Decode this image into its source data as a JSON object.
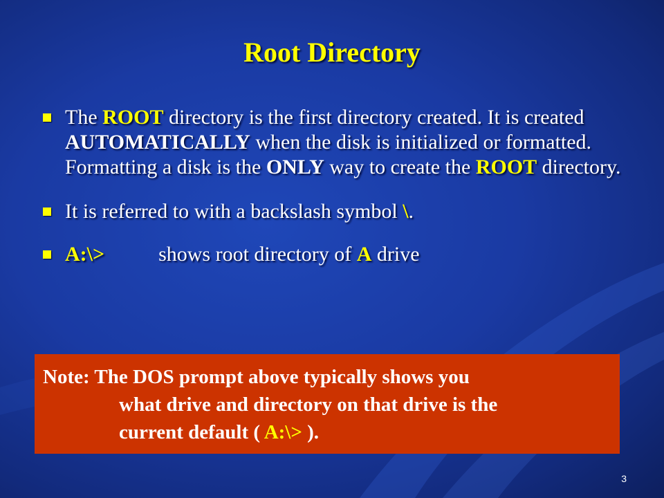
{
  "slide": {
    "title": "Root Directory",
    "page_number": "3"
  },
  "bullets": {
    "b1": {
      "t1": "The ",
      "t2": "ROOT",
      "t3": " directory is the first directory created.  It is created ",
      "t4": "AUTOMATICALLY",
      "t5": " when the disk is initialized or  formatted.  Formatting a disk is the ",
      "t6": "ONLY",
      "t7": " way to create the ",
      "t8": "ROOT",
      "t9": " directory."
    },
    "b2": {
      "t1": "It is referred to with a backslash symbol ",
      "t2": "\\",
      "t3": "."
    },
    "b3": {
      "t1": "A:\\>",
      "t2": "shows root directory of ",
      "t3": "A",
      "t4": " drive"
    }
  },
  "note": {
    "line1": "Note:  The DOS prompt above typically shows you",
    "line2": "what drive and directory on that drive is the",
    "line3_pre": "current default ( ",
    "line3_hl": "A:\\>",
    "line3_post": " )."
  },
  "colors": {
    "background": "#1a3aa3",
    "title": "#ffff00",
    "highlight": "#ffff00",
    "text": "#ffffff",
    "note_background": "#cc3300"
  }
}
